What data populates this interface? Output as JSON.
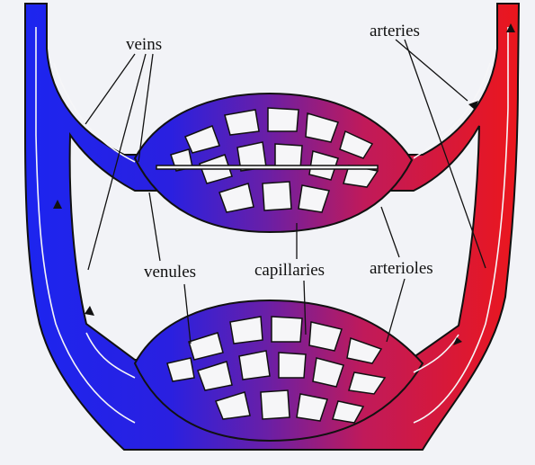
{
  "labels": {
    "veins": "veins",
    "arteries": "arteries",
    "venules": "venules",
    "capillaries": "capillaries",
    "arterioles": "arterioles"
  },
  "colors": {
    "vein": "#1e2cf0",
    "artery": "#ee1b1b",
    "capillary_mid": "#6a1fa6",
    "background": "#f2f3f7",
    "outline": "#111111",
    "gap": "#f6f6f8"
  }
}
